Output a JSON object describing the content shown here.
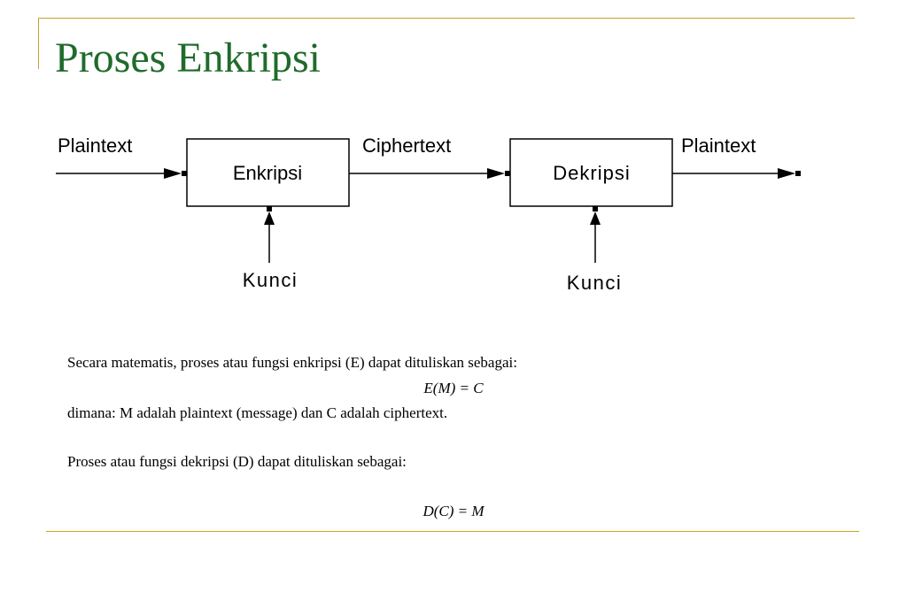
{
  "slide": {
    "title": "Proses Enkripsi",
    "colors": {
      "title": "#1f6b2b",
      "accent_lines": "#c9a227"
    }
  },
  "diagram": {
    "input_label": "Plaintext",
    "encrypt_box": "Enkripsi",
    "middle_label": "Ciphertext",
    "decrypt_box": "Dekripsi",
    "output_label": "Plaintext",
    "key_label_left": "Kunci",
    "key_label_right": "Kunci"
  },
  "text": {
    "line1": "Secara matematis, proses atau fungsi enkripsi (E) dapat dituliskan sebagai:",
    "formula1": "E(M) = C",
    "line2": "dimana: M adalah plaintext (message) dan C adalah ciphertext.",
    "line3": "Proses atau fungsi dekripsi (D) dapat dituliskan sebagai:",
    "formula2": "D(C) = M"
  }
}
